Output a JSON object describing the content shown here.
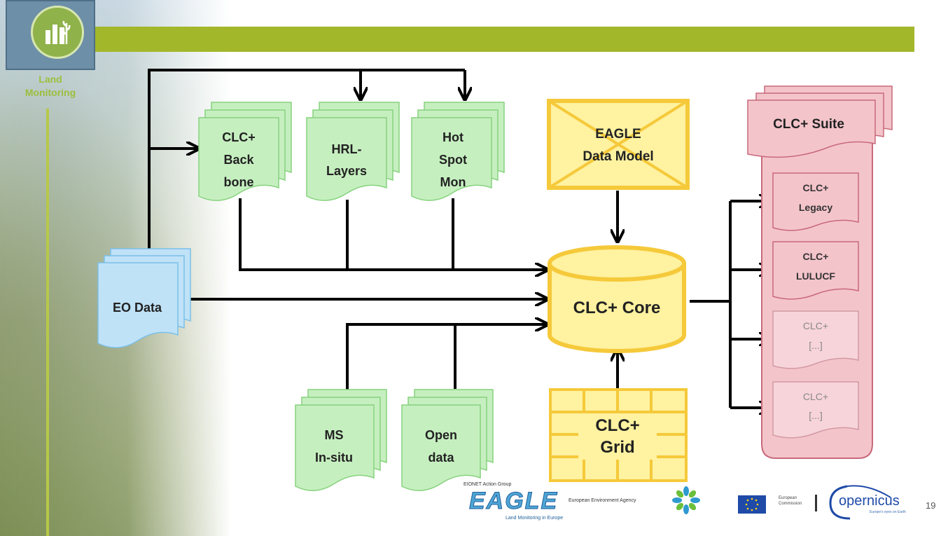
{
  "header": {
    "logo_title_line1": "Land",
    "logo_title_line2": "Monitoring"
  },
  "nodes": {
    "eo_data": "EO Data",
    "clc_backbone": [
      "CLC+",
      "Back",
      "bone"
    ],
    "hrl_layers": [
      "HRL-",
      "Layers"
    ],
    "hotspot": [
      "Hot",
      "Spot",
      "Mon"
    ],
    "eagle_model": [
      "EAGLE",
      "Data Model"
    ],
    "clc_core": "CLC+ Core",
    "ms_insitu": [
      "MS",
      "In-situ"
    ],
    "open_data": [
      "Open",
      "data"
    ],
    "clc_grid": [
      "CLC+",
      "Grid"
    ],
    "clc_suite": "CLC+ Suite",
    "suite_items": [
      {
        "line1": "CLC+",
        "line2": "Legacy"
      },
      {
        "line1": "CLC+",
        "line2": "LULUCF"
      },
      {
        "line1": "CLC+",
        "line2": "[...]"
      },
      {
        "line1": "CLC+",
        "line2": "[...]"
      }
    ]
  },
  "colors": {
    "green_doc": "#c6efc0",
    "blue_doc": "#bfe2f7",
    "yellow": "#fff2a0",
    "yellow_border": "#f5c93a",
    "pink": "#f4c4cb",
    "pink_border": "#c7697a",
    "accent_bar": "#a3b72a"
  },
  "footer": {
    "eagle_pretitle": "EIONET Action Group",
    "eagle_word": "EAGLE",
    "eagle_tagline": "Land Monitoring in Europe",
    "eea_text": "European Environment Agency",
    "eu_line1": "European",
    "eu_line2": "Commission",
    "copernicus_word": "opernicus",
    "copernicus_tag": "Europe's eyes on Earth",
    "page_number": "19"
  }
}
